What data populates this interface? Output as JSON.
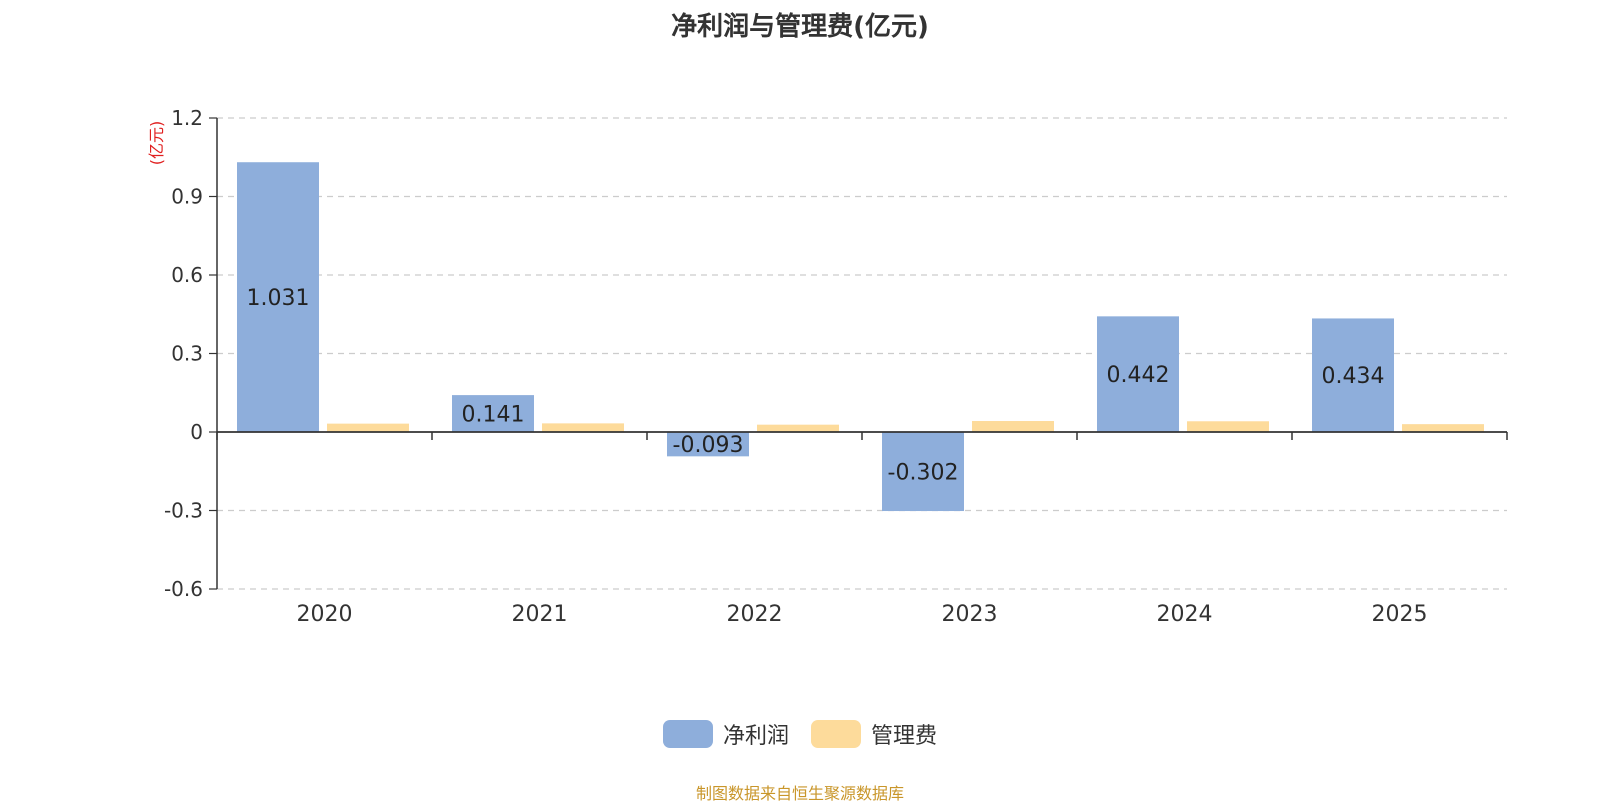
{
  "chart_data": {
    "type": "bar",
    "title": "净利润与管理费(亿元)",
    "ylabel": "(亿元)",
    "xlabel": "",
    "categories": [
      "2020",
      "2021",
      "2022",
      "2023",
      "2024",
      "2025"
    ],
    "series": [
      {
        "name": "净利润",
        "color": "#8eaedb",
        "values": [
          1.031,
          0.141,
          -0.093,
          -0.302,
          0.442,
          0.434
        ],
        "labels": [
          "1.031",
          "0.141",
          "-0.093",
          "-0.302",
          "0.442",
          "0.434"
        ]
      },
      {
        "name": "管理费",
        "color": "#fddb9b",
        "values": [
          0.032,
          0.033,
          0.028,
          0.042,
          0.041,
          0.03
        ]
      }
    ],
    "ylim": [
      -0.6,
      1.2
    ],
    "yticks": [
      1.2,
      0.9,
      0.6,
      0.3,
      0,
      -0.3,
      -0.6
    ],
    "ytick_labels": [
      "1.2",
      "0.9",
      "0.6",
      "0.3",
      "0",
      "-0.3",
      "-0.6"
    ],
    "grid": true,
    "legend_position": "bottom-center"
  },
  "source_note": "制图数据来自恒生聚源数据库"
}
